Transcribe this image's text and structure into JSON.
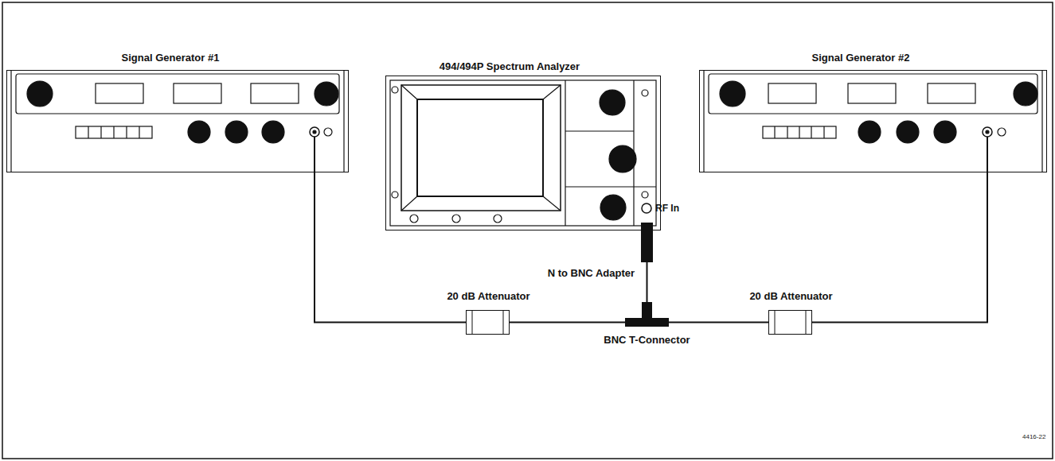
{
  "diagram": {
    "nodes": [
      {
        "text": [
          "Signal Generator #1"
        ]
      },
      {
        "text": [
          "494/494P Spectrum Analyzer",
          "RF In"
        ]
      },
      {
        "text": [
          "Signal Generator #2"
        ]
      },
      {
        "text": [
          "N to BNC Adapter"
        ]
      },
      {
        "text": [
          "20 dB Attenuator"
        ]
      },
      {
        "text": [
          "BNC T-Connector"
        ]
      },
      {
        "text": [
          "20 dB Attenuator"
        ]
      }
    ],
    "edges": [
      {
        "from": 0,
        "to": 4,
        "arrow": "none"
      },
      {
        "from": 4,
        "to": 5,
        "arrow": "none"
      },
      {
        "from": 5,
        "to": 3,
        "arrow": "none"
      },
      {
        "from": 2,
        "to": 6,
        "arrow": "none"
      },
      {
        "from": 6,
        "to": 5,
        "arrow": "none"
      }
    ],
    "labels": [
      "4416-22"
    ]
  }
}
